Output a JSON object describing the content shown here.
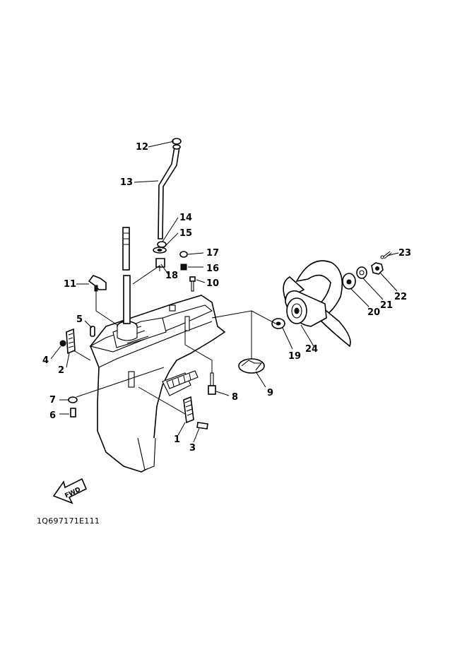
{
  "diagram": {
    "callouts": [
      {
        "n": "1"
      },
      {
        "n": "2"
      },
      {
        "n": "3"
      },
      {
        "n": "4"
      },
      {
        "n": "5"
      },
      {
        "n": "6"
      },
      {
        "n": "7"
      },
      {
        "n": "8"
      },
      {
        "n": "9"
      },
      {
        "n": "10"
      },
      {
        "n": "11"
      },
      {
        "n": "12"
      },
      {
        "n": "13"
      },
      {
        "n": "14"
      },
      {
        "n": "15"
      },
      {
        "n": "16"
      },
      {
        "n": "17"
      },
      {
        "n": "18"
      },
      {
        "n": "19"
      },
      {
        "n": "20"
      },
      {
        "n": "21"
      },
      {
        "n": "22"
      },
      {
        "n": "23"
      },
      {
        "n": "24"
      }
    ],
    "fwd_label": "FWD",
    "code": "1Q697171E111"
  }
}
